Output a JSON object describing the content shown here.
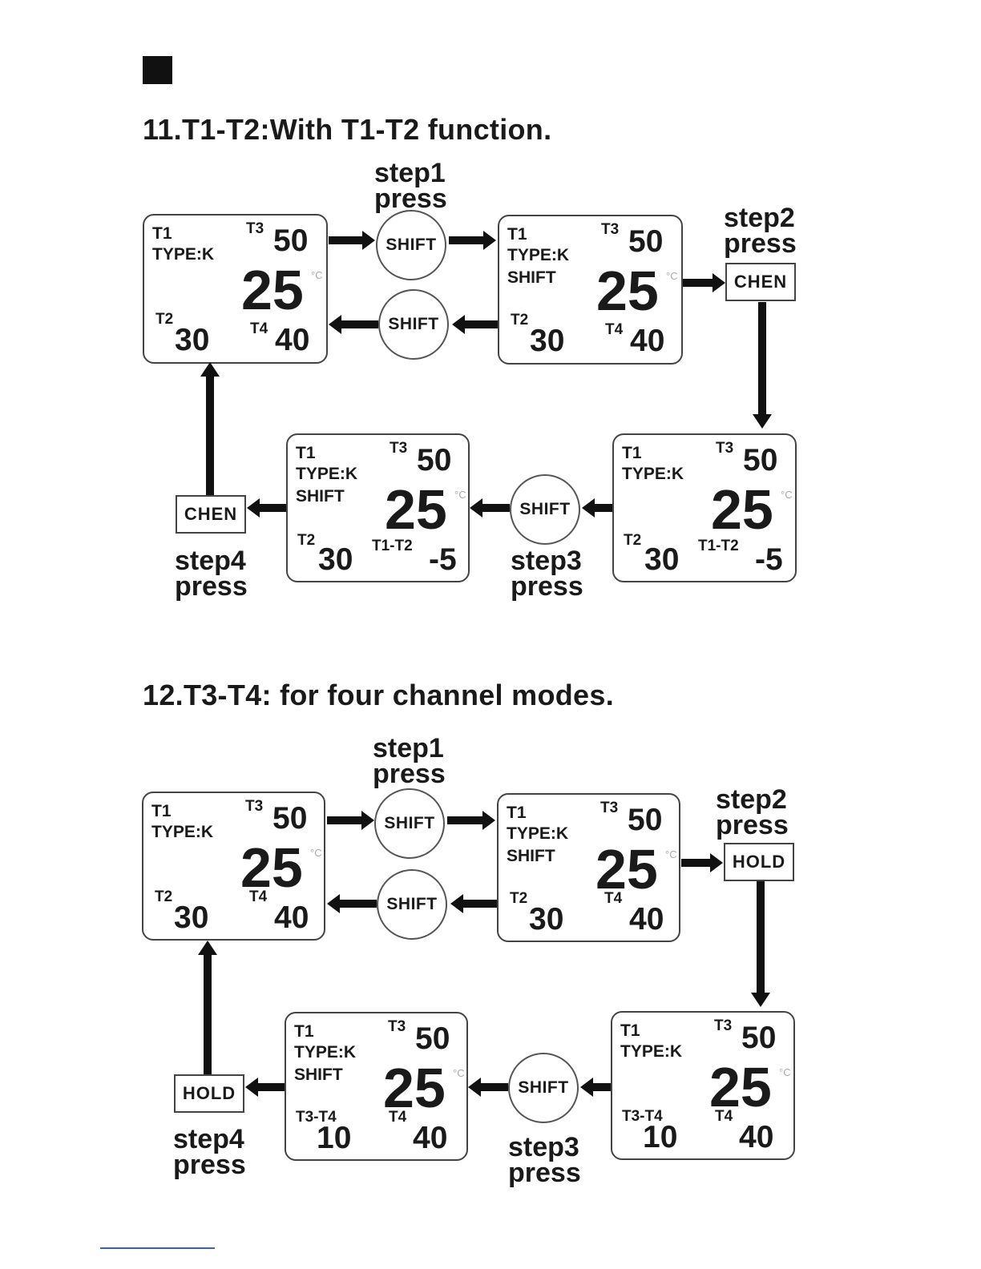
{
  "section11": {
    "title": "11.T1-T2:With T1-T2 function.",
    "step1": {
      "step": "step1",
      "press": "press"
    },
    "step2": {
      "step": "step2",
      "press": "press"
    },
    "step3": {
      "step": "step3",
      "press": "press"
    },
    "step4": {
      "step": "step4",
      "press": "press"
    },
    "buttons": {
      "shift": "SHIFT",
      "step2_button": "CHEN",
      "step4_button": "CHEN"
    },
    "displays": {
      "normal": {
        "t1": "T1",
        "type": "TYPE:K",
        "t3": "T3",
        "t3_val": "50",
        "main": "25",
        "t2": "T2",
        "t2_val": "30",
        "t4": "T4",
        "t4_val": "40"
      },
      "shift": {
        "t1": "T1",
        "type": "TYPE:K",
        "shift": "SHIFT",
        "t3": "T3",
        "t3_val": "50",
        "main": "25",
        "t2": "T2",
        "t2_val": "30",
        "t4": "T4",
        "t4_val": "40"
      },
      "diff": {
        "t1": "T1",
        "type": "TYPE:K",
        "t3": "T3",
        "t3_val": "50",
        "main": "25",
        "t2": "T2",
        "t2_val": "30",
        "diff_label": "T1-T2",
        "diff_val": "-5"
      },
      "diff_shift": {
        "t1": "T1",
        "type": "TYPE:K",
        "shift": "SHIFT",
        "t3": "T3",
        "t3_val": "50",
        "main": "25",
        "t2": "T2",
        "t2_val": "30",
        "diff_label": "T1-T2",
        "diff_val": "-5"
      }
    }
  },
  "section12": {
    "title": "12.T3-T4: for four channel modes.",
    "step1": {
      "step": "step1",
      "press": "press"
    },
    "step2": {
      "step": "step2",
      "press": "press"
    },
    "step3": {
      "step": "step3",
      "press": "press"
    },
    "step4": {
      "step": "step4",
      "press": "press"
    },
    "buttons": {
      "shift": "SHIFT",
      "step2_button": "HOLD",
      "step4_button": "HOLD"
    },
    "displays": {
      "normal": {
        "t1": "T1",
        "type": "TYPE:K",
        "t3": "T3",
        "t3_val": "50",
        "main": "25",
        "t2": "T2",
        "t2_val": "30",
        "t4": "T4",
        "t4_val": "40"
      },
      "shift": {
        "t1": "T1",
        "type": "TYPE:K",
        "shift": "SHIFT",
        "t3": "T3",
        "t3_val": "50",
        "main": "25",
        "t2": "T2",
        "t2_val": "30",
        "t4": "T4",
        "t4_val": "40"
      },
      "diff": {
        "t1": "T1",
        "type": "TYPE:K",
        "t3": "T3",
        "t3_val": "50",
        "main": "25",
        "diff_label": "T3-T4",
        "diff_val": "10",
        "t4": "T4",
        "t4_val": "40"
      },
      "diff_shift": {
        "t1": "T1",
        "type": "TYPE:K",
        "shift": "SHIFT",
        "t3": "T3",
        "t3_val": "50",
        "main": "25",
        "diff_label": "T3-T4",
        "diff_val": "10",
        "t4": "T4",
        "t4_val": "40"
      }
    }
  },
  "display_unit_symbol": "°C",
  "colors": {
    "ink": "#1a1a1a",
    "background": "#ffffff",
    "link_underline": "#3a5fcd"
  }
}
